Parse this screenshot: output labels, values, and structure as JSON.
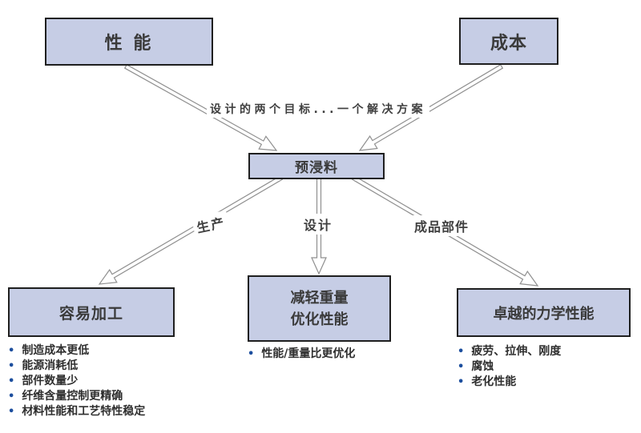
{
  "colors": {
    "box_fill": "#c6cde5",
    "box_border": "#1f1f1f",
    "bullet_dot": "#1d4f9e",
    "arrow_stroke": "#8f8f8f",
    "text": "#3a3a3a"
  },
  "boxes": {
    "performance": {
      "label": "性 能"
    },
    "cost": {
      "label": "成本"
    },
    "prepreg": {
      "label": "预浸料"
    },
    "easy_processing": {
      "label": "容易加工"
    },
    "weight": {
      "line1": "减轻重量",
      "line2": "优化性能"
    },
    "mechanical": {
      "label": "卓越的力学性能"
    }
  },
  "labels": {
    "goal": "设计的两个目标...一个解决方案",
    "production": "生产",
    "design": "设计",
    "finished_parts": "成品部件"
  },
  "bullet_lists": {
    "easy_processing": [
      "制造成本更低",
      "能源消耗低",
      "部件数量少",
      "纤维含量控制更精确",
      "材料性能和工艺特性稳定"
    ],
    "weight": [
      "性能/重量比更优化"
    ],
    "mechanical": [
      "疲劳、拉伸、刚度",
      "腐蚀",
      "老化性能"
    ]
  }
}
